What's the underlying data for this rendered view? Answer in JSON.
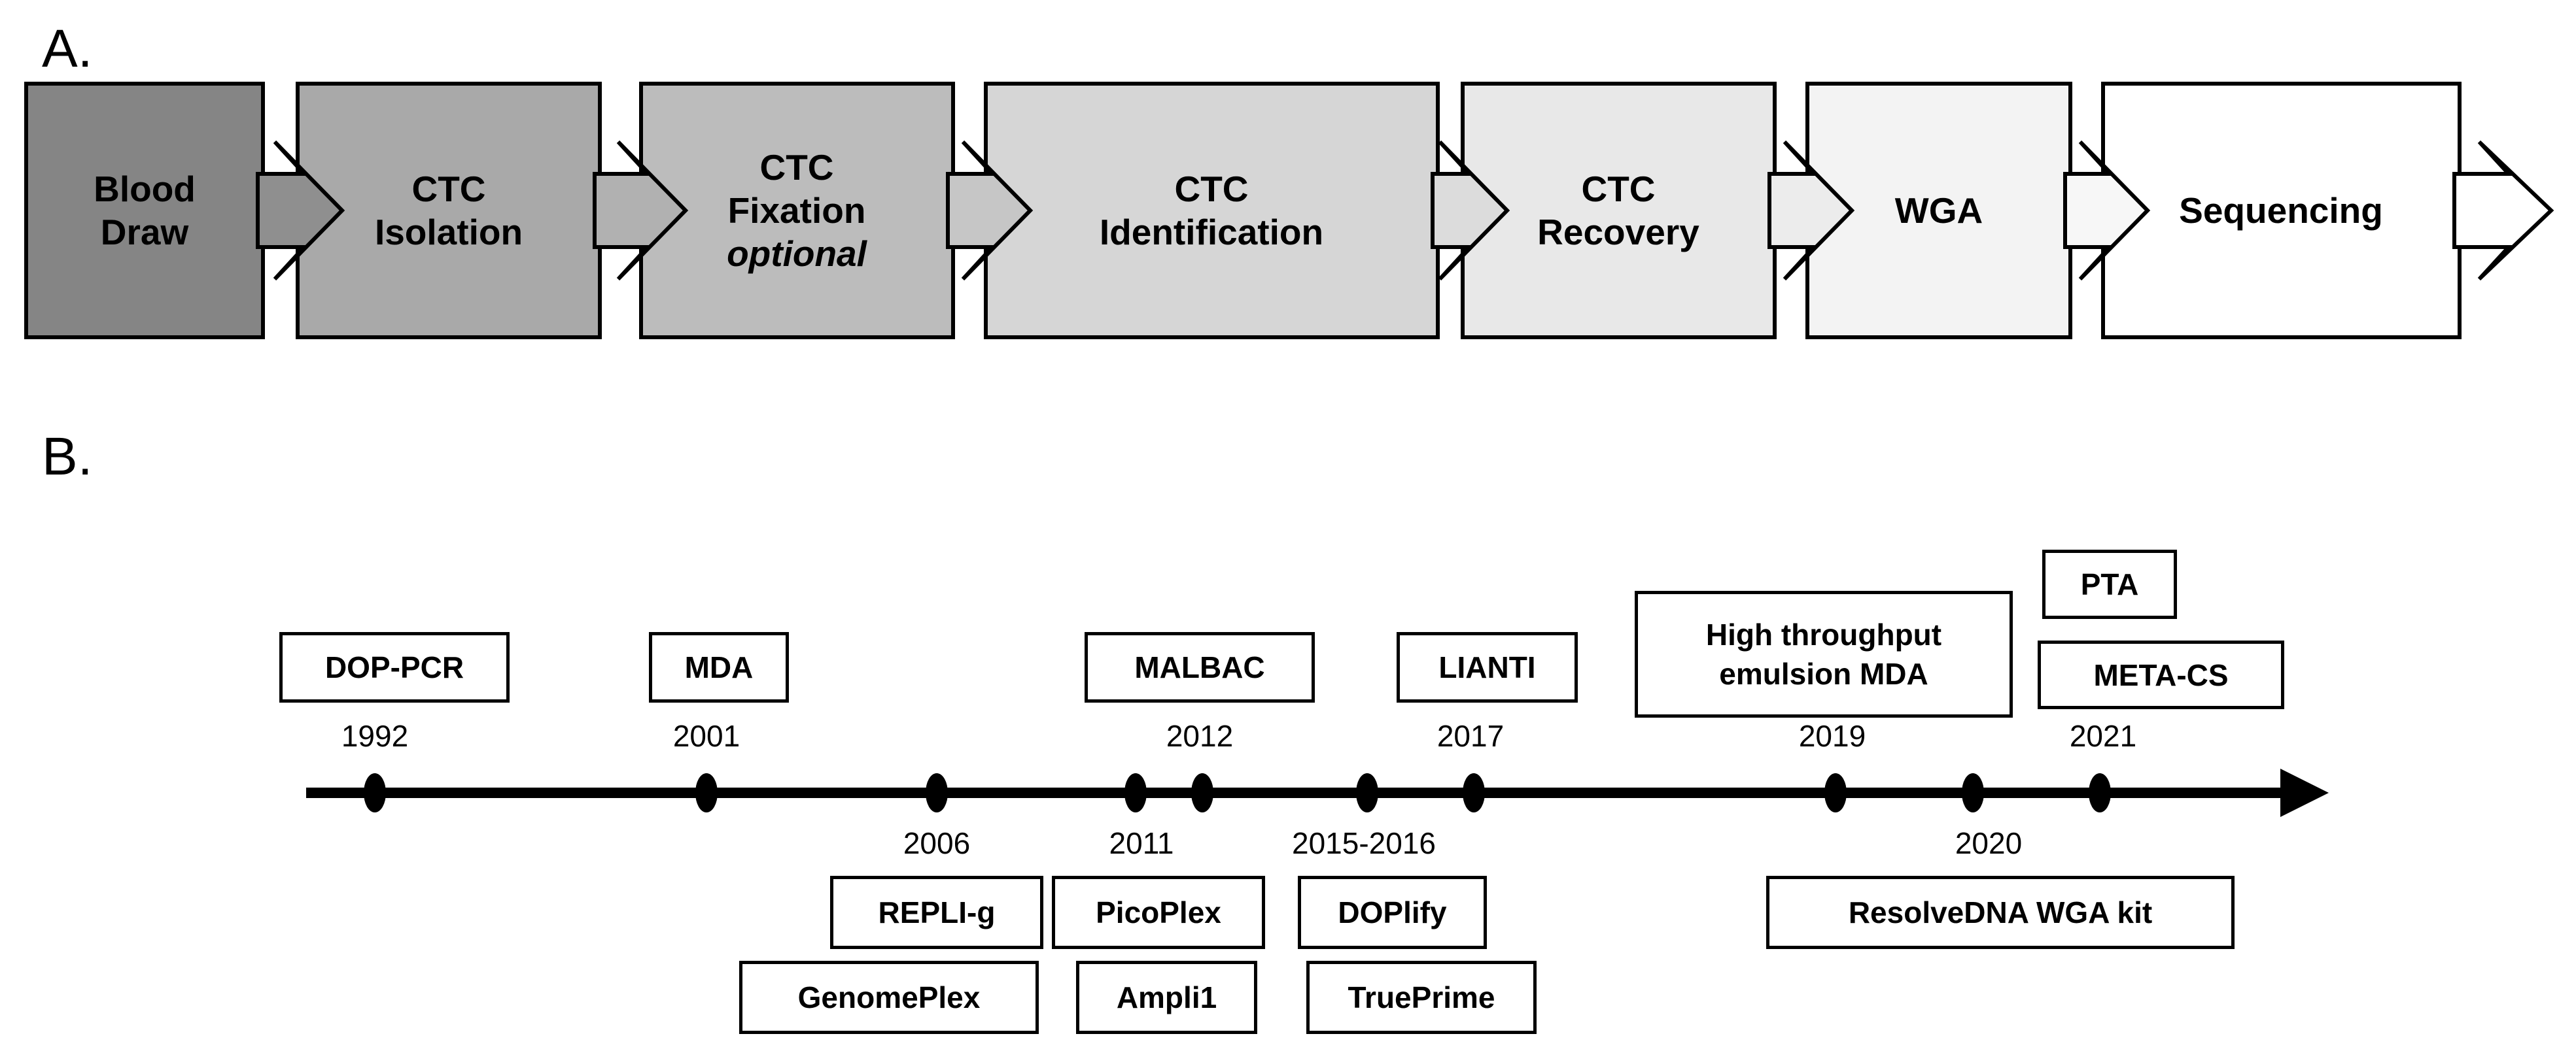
{
  "panel_a": {
    "label": "A.",
    "steps": [
      {
        "lines": [
          "Blood",
          "Draw"
        ],
        "fill": "#858585"
      },
      {
        "lines": [
          "CTC",
          "Isolation"
        ],
        "fill": "#a9a9a9"
      },
      {
        "lines": [
          "CTC",
          "Fixation",
          "optional"
        ],
        "fill": "#bcbcbc"
      },
      {
        "lines": [
          "CTC",
          "Identification"
        ],
        "fill": "#d6d6d6"
      },
      {
        "lines": [
          "CTC",
          "Recovery"
        ],
        "fill": "#e8e8e8"
      },
      {
        "lines": [
          "WGA"
        ],
        "fill": "#f3f3f3"
      },
      {
        "lines": [
          "Sequencing"
        ],
        "fill": "#ffffff"
      }
    ],
    "arrow_fills": [
      "#8f8f8f",
      "#b1b1b1",
      "#c6c6c6",
      "#dcdcdc",
      "#ececec",
      "#f7f7f7",
      "#ffffff"
    ],
    "border_color": "#000000"
  },
  "panel_b": {
    "label": "B.",
    "above_boxes": [
      "DOP-PCR",
      "MDA",
      "MALBAC",
      "LIANTI",
      "PTA",
      "META-CS"
    ],
    "high_mda": {
      "line1": "High throughput",
      "line2": "emulsion MDA"
    },
    "years_above": [
      "1992",
      "2001",
      "2012",
      "2017",
      "2019",
      "2021"
    ],
    "years_below": [
      "2006",
      "2011",
      "2015-2016",
      "2020"
    ],
    "below_boxes": [
      "REPLI-g",
      "GenomePlex",
      "PicoPlex",
      "Ampli1",
      "DOPlify",
      "TruePrime",
      "ResolveDNA WGA kit"
    ],
    "timeline_points": [
      "1992",
      "2001",
      "2006",
      "2011",
      "2012",
      "2015-2016",
      "2017",
      "2019",
      "2020",
      "2021"
    ]
  },
  "colors": {
    "background": "#ffffff",
    "line": "#000000",
    "text": "#000000"
  }
}
